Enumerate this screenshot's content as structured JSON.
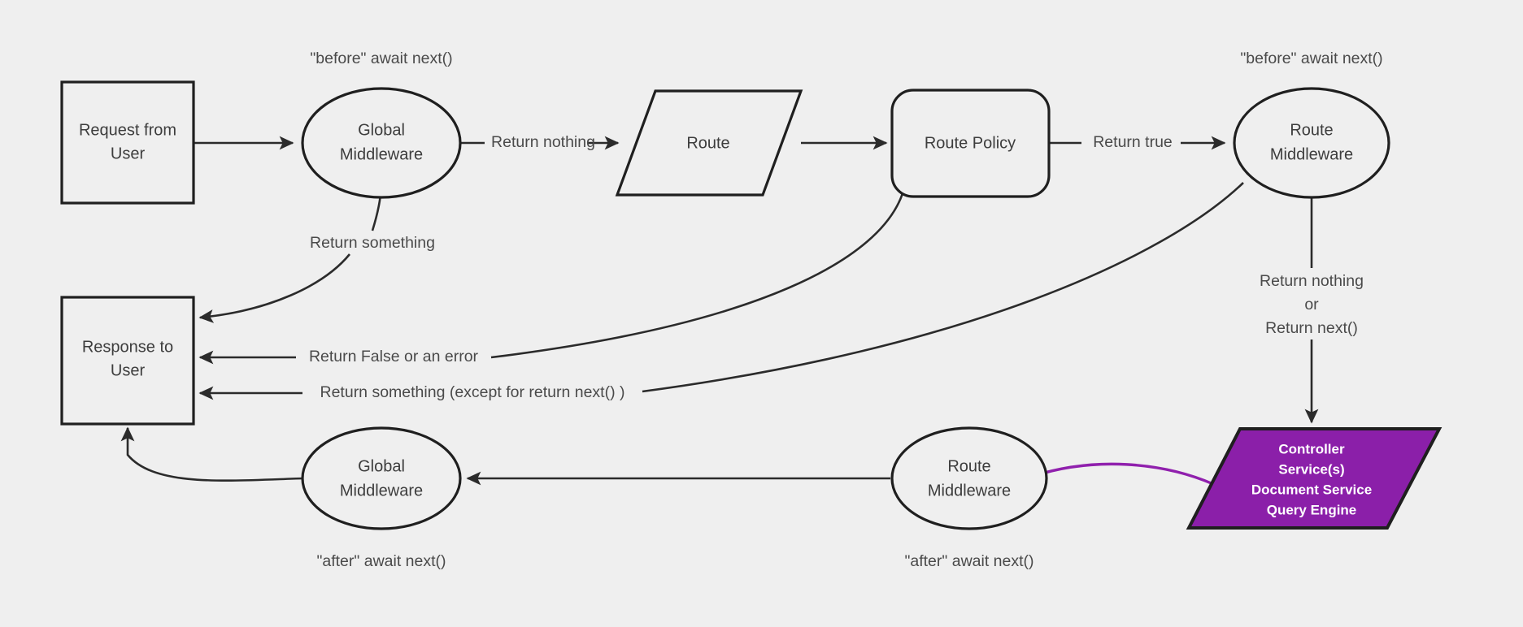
{
  "canvas": {
    "background": "#efefef",
    "stroke_color": "#1f1f1f",
    "text_color": "#4a4a4a",
    "accent_purple": "#8b1fa9",
    "accent_purple_edge": "#9020ad"
  },
  "nodes": {
    "request_from_user": {
      "line1": "Request from",
      "line2": "User",
      "shape": "rectangle"
    },
    "global_middleware_top": {
      "line1": "Global",
      "line2": "Middleware",
      "shape": "ellipse"
    },
    "route": {
      "line1": "Route",
      "shape": "parallelogram"
    },
    "route_policy": {
      "line1": "Route Policy",
      "shape": "rounded-rectangle"
    },
    "route_middleware_top": {
      "line1": "Route",
      "line2": "Middleware",
      "shape": "ellipse"
    },
    "controller_services": {
      "line1": "Controller",
      "line2": "Service(s)",
      "line3": "Document Service",
      "line4": "Query Engine",
      "shape": "parallelogram",
      "fill": "#8b1fa9",
      "text_color": "#ffffff"
    },
    "response_to_user": {
      "line1": "Response to",
      "line2": "User",
      "shape": "rectangle"
    },
    "global_middleware_bottom": {
      "line1": "Global",
      "line2": "Middleware",
      "shape": "ellipse"
    },
    "route_middleware_bottom": {
      "line1": "Route",
      "line2": "Middleware",
      "shape": "ellipse"
    }
  },
  "edge_labels": {
    "return_nothing": "Return nothing",
    "return_true": "Return true",
    "return_something": "Return something",
    "return_false_or_error": "Return False or an error",
    "return_something_except": "Return something (except for return next() )",
    "return_nothing_or_next_line1": "Return nothing",
    "return_nothing_or_next_line2": "or",
    "return_nothing_or_next_line3": "Return next()"
  },
  "annotations": {
    "before_await_next_left": "\"before\" await next()",
    "before_await_next_right": "\"before\" await next()",
    "after_await_next_left": "\"after\" await next()",
    "after_await_next_right": "\"after\" await next()"
  }
}
